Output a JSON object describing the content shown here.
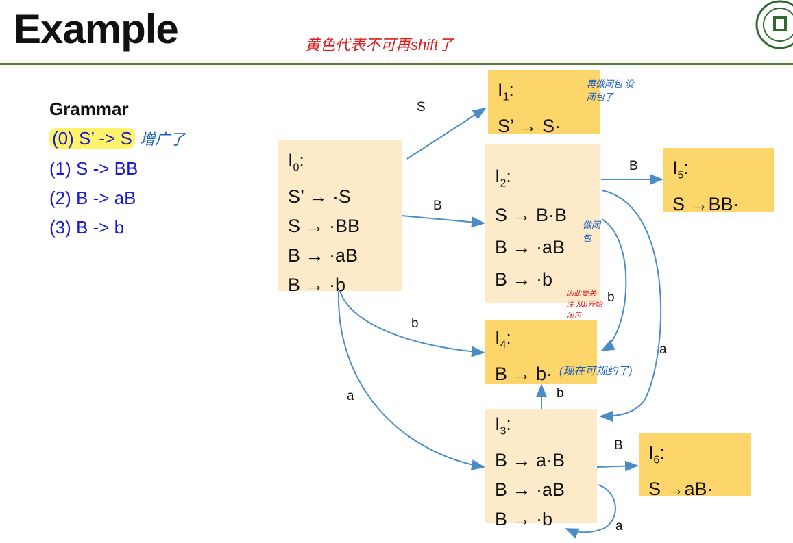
{
  "title": "Example",
  "handwritten": {
    "top_note": "黄色代表不可再shift了",
    "augment_note": "增广了",
    "i1_note": "再做闭包 没闭包了",
    "i2_note_a": "做闭包",
    "i2_note_b": "因此要关注 从b开始闭包",
    "i4_note": "(现在可规约了)"
  },
  "grammar": {
    "heading": "Grammar",
    "rules": [
      "(0) S’ -> S",
      "(1) S -> BB",
      "(2) B -> aB",
      "(3) B -> b"
    ]
  },
  "states": {
    "i0": {
      "label": "I",
      "sub": "0",
      "items": [
        "S’ → ·S",
        "S  → ·BB",
        "B  → ·aB",
        "B  → ·b"
      ]
    },
    "i1": {
      "label": "I",
      "sub": "1",
      "items": [
        "S’ → S·"
      ]
    },
    "i2": {
      "label": "I",
      "sub": "2",
      "items": [
        "S  → B·B",
        "B  → ·aB",
        "B  → ·b"
      ]
    },
    "i3": {
      "label": "I",
      "sub": "3",
      "items": [
        "B → a·B",
        "B → ·aB",
        "B → ·b"
      ]
    },
    "i4": {
      "label": "I",
      "sub": "4",
      "items": [
        "B → b·"
      ]
    },
    "i5": {
      "label": "I",
      "sub": "5",
      "items": [
        "S →BB·"
      ]
    },
    "i6": {
      "label": "I",
      "sub": "6",
      "items": [
        "S →aB·"
      ]
    }
  },
  "edges": {
    "i0_i1": "S",
    "i0_i2": "B",
    "i0_i4": "b",
    "i0_i3": "a",
    "i2_i5": "B",
    "i2_i4": "b",
    "i2_i3": "a",
    "i3_i4": "b",
    "i3_i6": "B",
    "i3_i3": "a"
  },
  "colors": {
    "kernel_final": "#fcd66a",
    "state": "#fdeac8",
    "arrow": "#4a8cc8",
    "grammar": "#1a1ad0",
    "rule": "#5a7a3a"
  }
}
